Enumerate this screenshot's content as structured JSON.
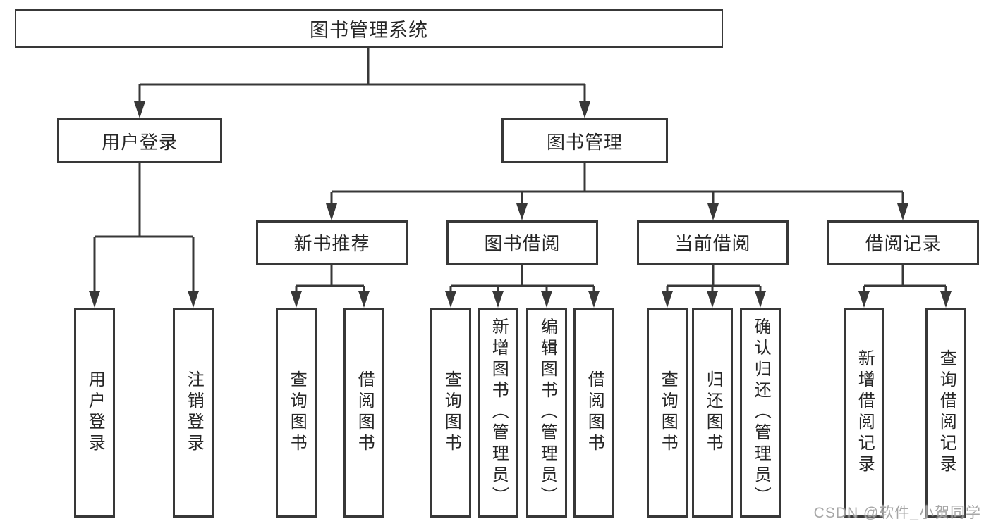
{
  "diagram_type": "hierarchy-tree",
  "colors": {
    "line": "#383838",
    "text": "#262626",
    "box_fill": "#ffffff",
    "watermark": "#9e9e9e"
  },
  "tree": {
    "label": "图书管理系统",
    "children": [
      {
        "label": "用户登录",
        "children": [
          {
            "label": "用户登录"
          },
          {
            "label": "注销登录"
          }
        ]
      },
      {
        "label": "图书管理",
        "children": [
          {
            "label": "新书推荐",
            "children": [
              {
                "label": "查询图书"
              },
              {
                "label": "借阅图书"
              }
            ]
          },
          {
            "label": "图书借阅",
            "children": [
              {
                "label": "查询图书"
              },
              {
                "label": "新增图书（管理员）"
              },
              {
                "label": "编辑图书（管理员）"
              },
              {
                "label": "借阅图书"
              }
            ]
          },
          {
            "label": "当前借阅",
            "children": [
              {
                "label": "查询图书"
              },
              {
                "label": "归还图书"
              },
              {
                "label": "确认归还（管理员）"
              }
            ]
          },
          {
            "label": "借阅记录",
            "children": [
              {
                "label": "新增借阅记录"
              },
              {
                "label": "查询借阅记录"
              }
            ]
          }
        ]
      }
    ]
  },
  "watermark": {
    "text": "CSDN @软件_小贺同学"
  }
}
